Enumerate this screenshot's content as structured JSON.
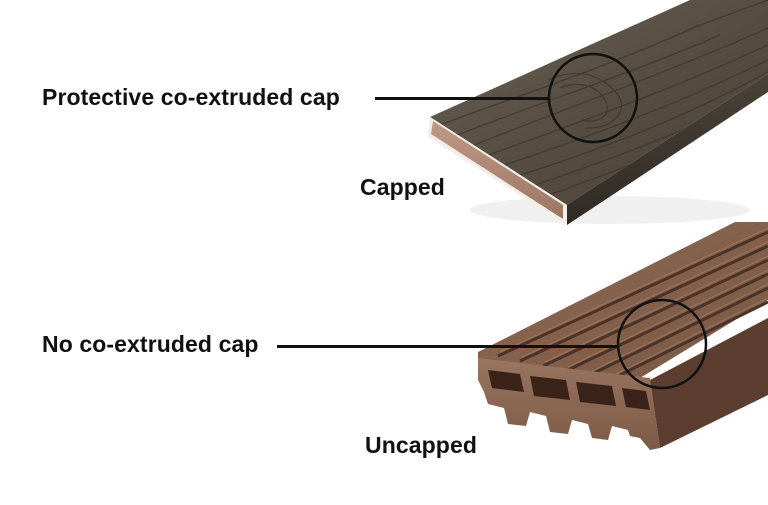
{
  "labels": {
    "capped_callout": "Protective co-extruded cap",
    "capped_caption": "Capped",
    "uncapped_callout": "No co-extruded cap",
    "uncapped_caption": "Uncapped"
  },
  "colors": {
    "background": "#ffffff",
    "text": "#111111",
    "capped_board_top": "#5a5146",
    "capped_board_dark": "#3f3830",
    "capped_core": "#b08b78",
    "capped_core_edge": "#f2ece6",
    "uncapped_board": "#8a6550",
    "uncapped_board_dark": "#5c3f30",
    "groove": "#4a3226"
  }
}
